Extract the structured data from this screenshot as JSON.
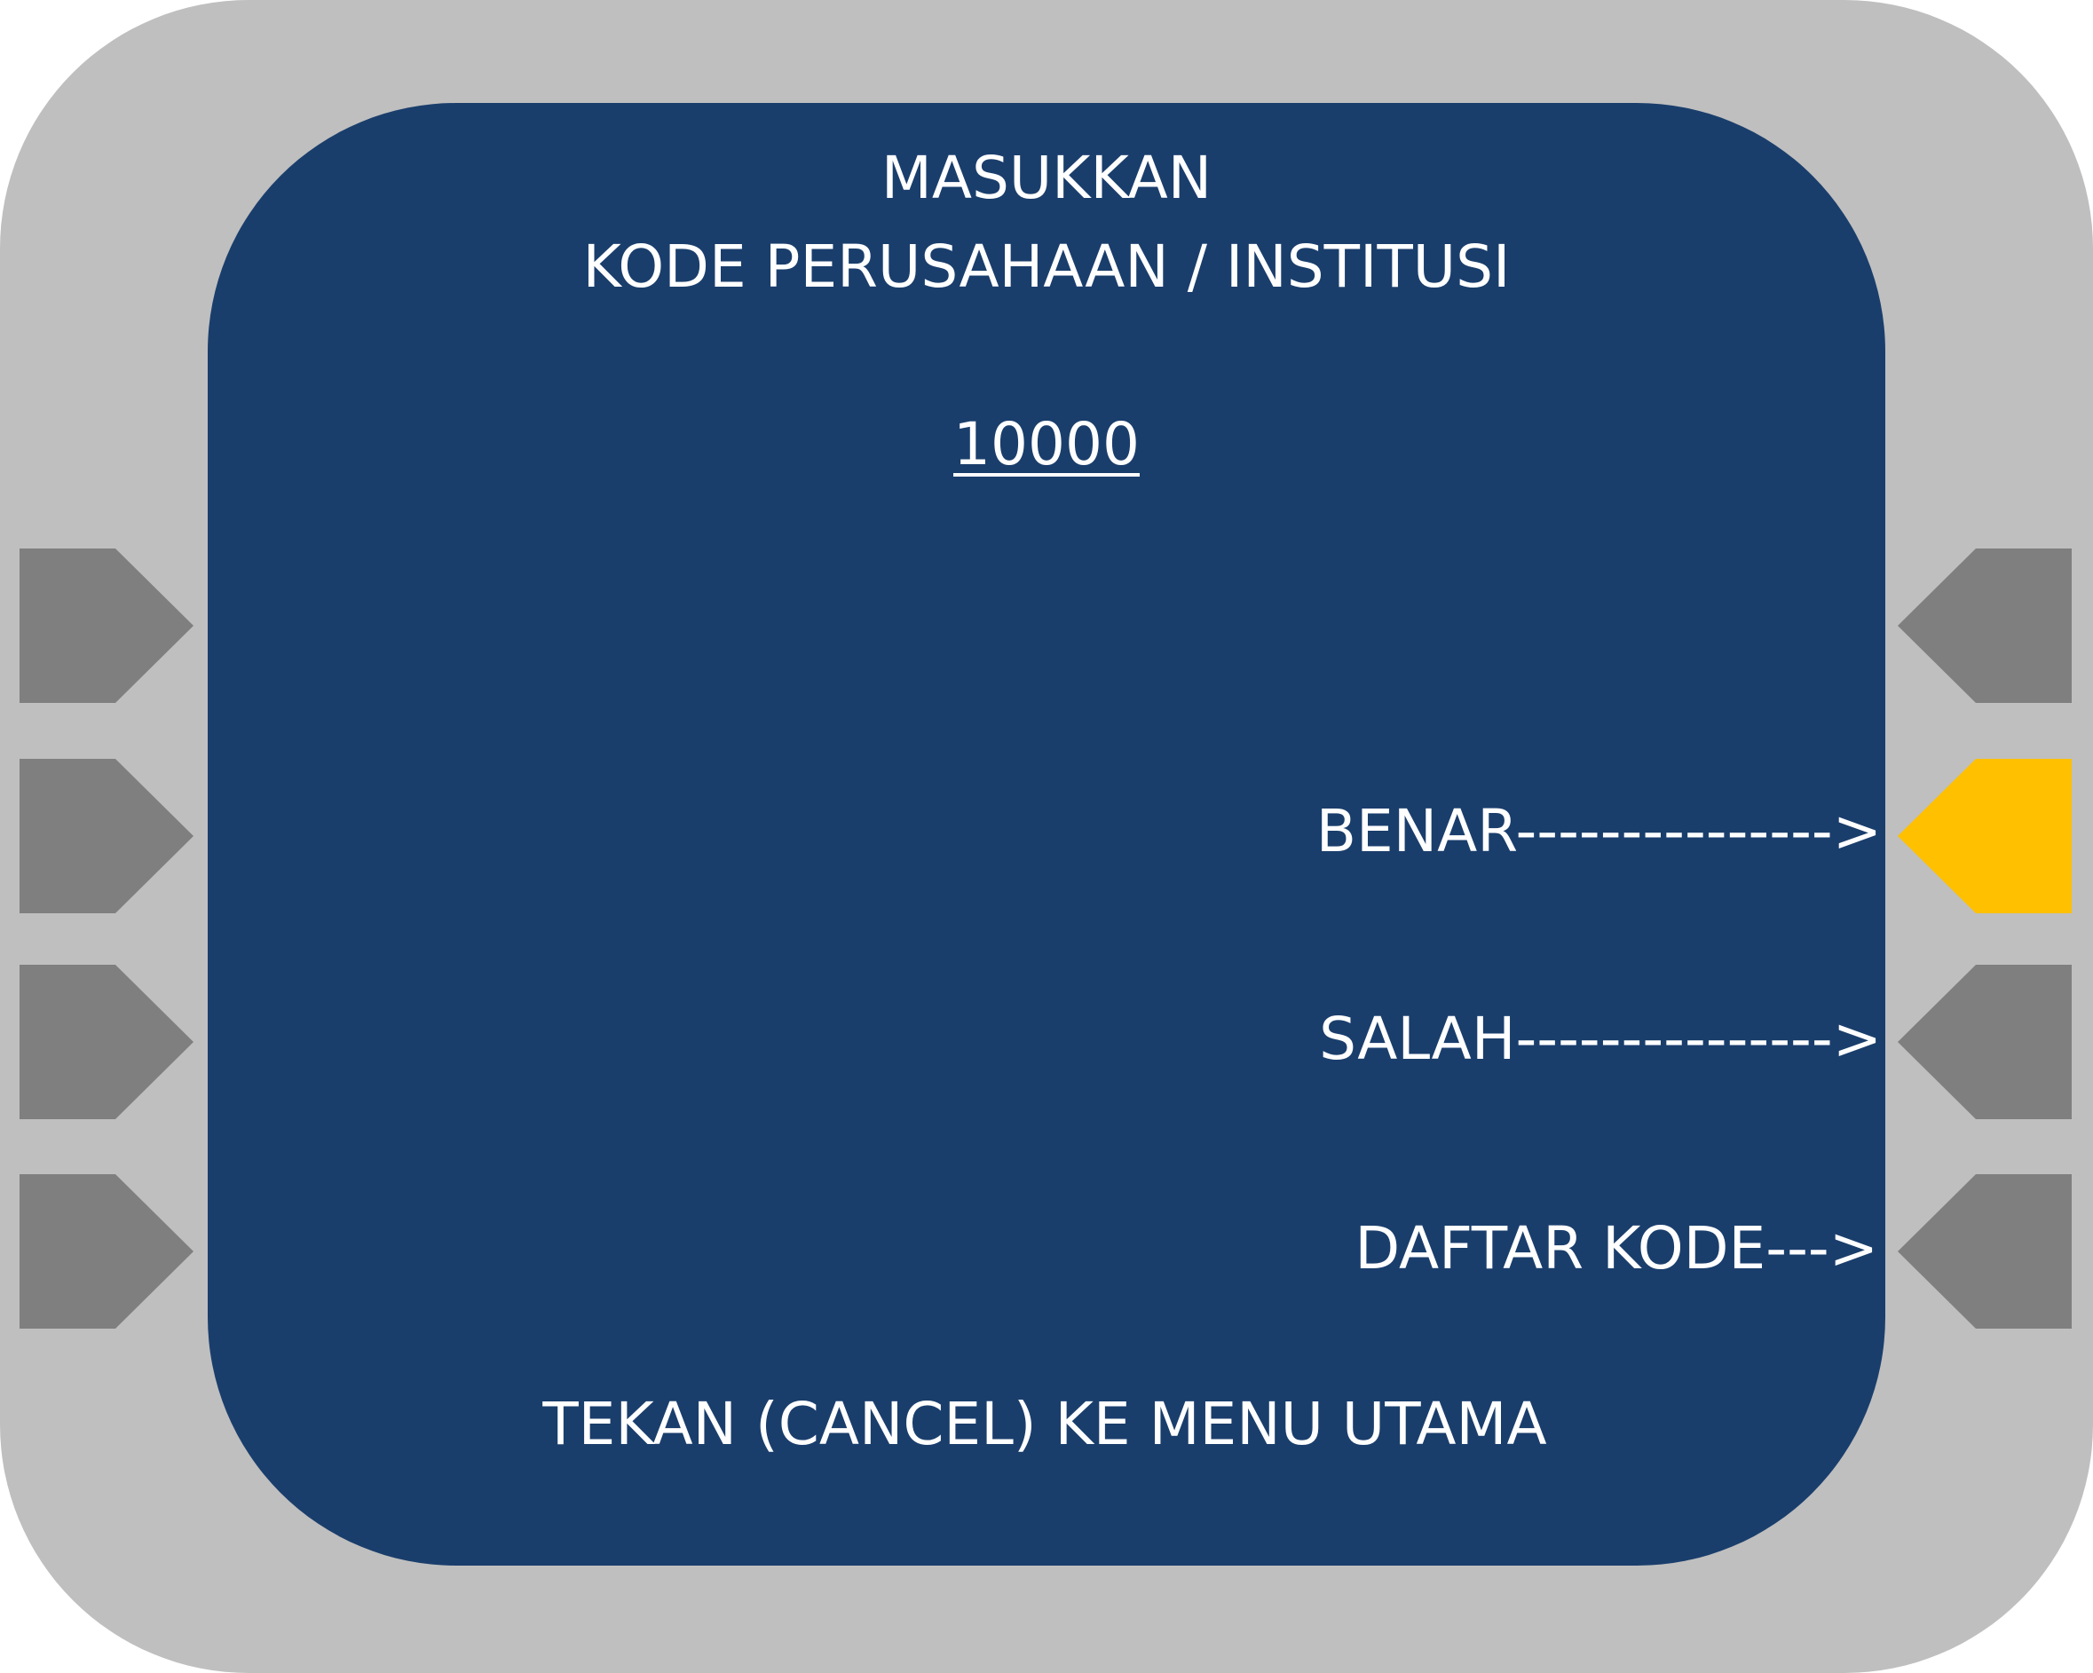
{
  "screen": {
    "title_line1": "MASUKKAN",
    "title_line2": "KODE PERUSAHAAN / INSTITUSI",
    "code_value": "10000",
    "footer": "TEKAN (CANCEL) KE MENU UTAMA"
  },
  "options": {
    "right2": "BENAR--------------->",
    "right3": "SALAH--------------->",
    "right4": "DAFTAR KODE--->"
  },
  "colors": {
    "frame": "#bfbfbf",
    "screen": "#1a3e6c",
    "key_default": "#7f7f7f",
    "key_active": "#ffc000",
    "text": "#ffffff"
  },
  "keys": {
    "left": [
      "arrow-right-icon",
      "arrow-right-icon",
      "arrow-right-icon",
      "arrow-right-icon"
    ],
    "right": [
      "arrow-left-icon",
      "arrow-left-icon",
      "arrow-left-icon",
      "arrow-left-icon"
    ],
    "active_key": "right-key-2"
  }
}
